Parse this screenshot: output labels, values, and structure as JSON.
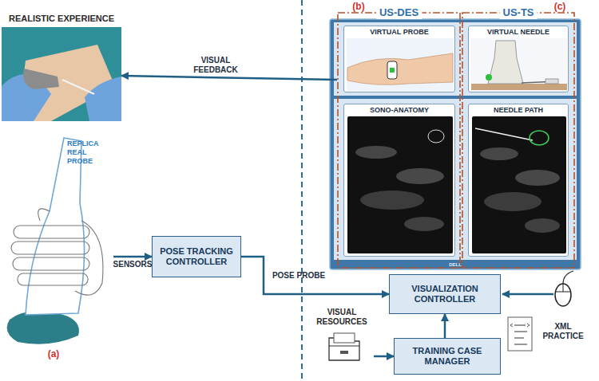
{
  "diagram": {
    "nodes": [
      {
        "text": [
          "REALISTIC EXPERIENCE"
        ]
      },
      {
        "text": [
          "US-DES"
        ]
      },
      {
        "text": [
          "VIRTUAL PROBE"
        ],
        "in": 1
      },
      {
        "text": [
          "SONO-ANATOMY"
        ],
        "in": 1
      },
      {
        "text": [
          "US-TS"
        ]
      },
      {
        "text": [
          "VIRTUAL NEEDLE"
        ],
        "in": 4
      },
      {
        "text": [
          "NEEDLE PATH"
        ],
        "in": 4
      },
      {
        "text": [
          "REPLICA REAL PROBE"
        ]
      },
      {
        "text": [
          "POSE TRACKING CONTROLLER"
        ]
      },
      {
        "text": [
          "VISUALIZATION CONTROLLER"
        ]
      },
      {
        "text": [
          "VISUAL RESOURCES"
        ]
      },
      {
        "text": [
          "TRAINING CASE MANAGER"
        ]
      }
    ],
    "edges": [
      {
        "from": 1,
        "to": 0,
        "arrow": "to",
        "label": "VISUAL FEEDBACK"
      },
      {
        "from": 7,
        "to": 8,
        "arrow": "to",
        "label": "SENSORS"
      },
      {
        "from": 8,
        "to": 9,
        "arrow": "to",
        "label": "POSE PROBE"
      },
      {
        "from": 10,
        "to": 11,
        "arrow": "to"
      },
      {
        "from": 11,
        "to": 9,
        "arrow": "to"
      }
    ],
    "labels": [
      "(a)",
      "(b)",
      "(c)",
      "XML PRACTICE",
      "DELL"
    ]
  }
}
